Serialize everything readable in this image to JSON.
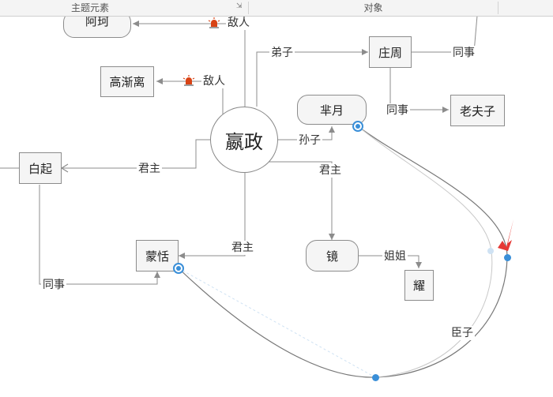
{
  "ribbon": {
    "group_theme": "主题元素",
    "group_object": "对象"
  },
  "nodes": {
    "ahe": "阿珂",
    "gaojianli": "高渐离",
    "yingzheng": "嬴政",
    "zhuangzhou": "庄周",
    "laofuzi": "老夫子",
    "miyue": "芈月",
    "baiqi": "白起",
    "mengtian": "蒙恬",
    "jing": "镜",
    "yao": "耀"
  },
  "relations": {
    "enemy_top": "敌人",
    "enemy_mid": "敌人",
    "disciple": "弟子",
    "colleague_top": "同事",
    "colleague_mid": "同事",
    "grandson": "孙子",
    "ruler_left": "君主",
    "ruler_right": "君主",
    "ruler_bottom": "君主",
    "sister": "姐姐",
    "colleague_bottom": "同事",
    "minister": "臣子"
  },
  "colors": {
    "line": "#8c8c8c",
    "handle": "#3a8fd8",
    "cursor_arrow": "#e53935",
    "alarm": "#d84315"
  }
}
